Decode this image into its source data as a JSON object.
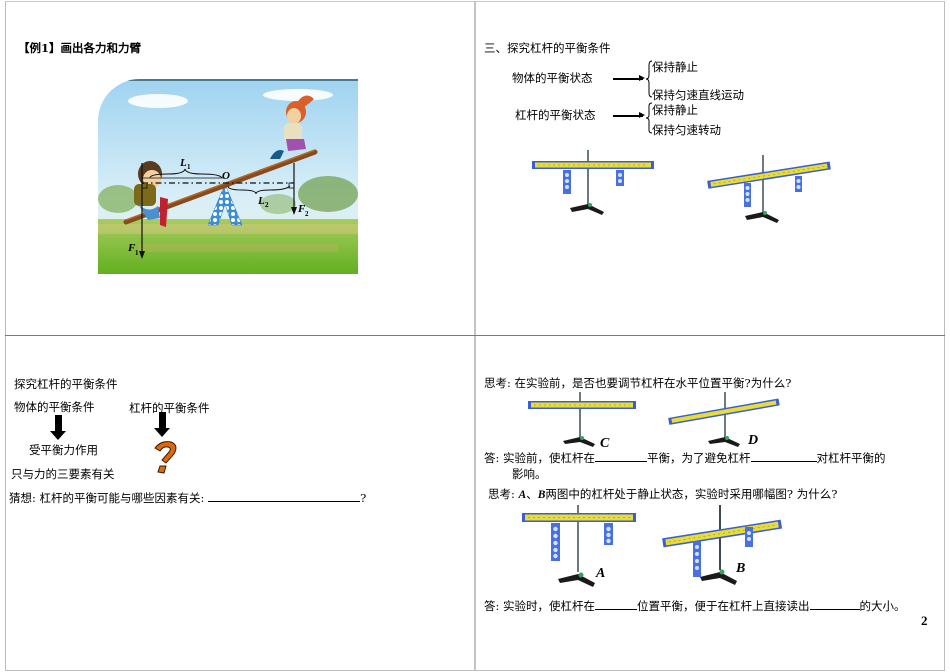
{
  "panels": {
    "top_left": {
      "title": "【例1】画出各力和力臂",
      "figure_labels": {
        "L1": "L",
        "L1_sub": "1",
        "L2": "L",
        "L2_sub": "2",
        "O": "O",
        "F1": "F",
        "F1_sub": "1",
        "F2": "F",
        "F2_sub": "2"
      }
    },
    "top_right": {
      "title": "三、探究杠杆的平衡条件",
      "object_state_label": "物体的平衡状态",
      "object_states": [
        "保持静止",
        "保持匀速直线运动"
      ],
      "lever_state_label": "杠杆的平衡状态",
      "lever_states": [
        "保持静止",
        "保持匀速转动"
      ]
    },
    "bottom_left": {
      "title": "探究杠杆的平衡条件",
      "object_condition": "物体的平衡条件",
      "lever_condition": "杠杆的平衡条件",
      "object_result": "受平衡力作用",
      "three_elements": "只与力的三要素有关",
      "guess_label": "猜想: 杠杆的平衡可能与哪些因素有关:",
      "guess_end": "?"
    },
    "bottom_right": {
      "question1": "思考: 在实验前，是否也要调节杠杆在水平位置平衡?为什么?",
      "fig_C": "C",
      "fig_D": "D",
      "answer1_a": "答: 实验前，使杠杆在",
      "answer1_b": "平衡，为了避免杠杆",
      "answer1_c": "对杠杆平衡的",
      "answer1_d": "影响。",
      "question2_a": "思考:",
      "question2_A": "A",
      "question2_sep": "、",
      "question2_B": "B",
      "question2_b": "两图中的杠杆处于静止状态，实验时采用哪幅图? 为什么?",
      "fig_A": "A",
      "fig_B": "B",
      "answer2_a": "答: 实验时，使杠杆在",
      "answer2_b": "位置平衡，便于在杠杆上直接读出",
      "answer2_c": "的大小。",
      "page_number": "2"
    }
  },
  "colors": {
    "lever_yellow": "#e8dc3a",
    "lever_blue": "#3a5fd0",
    "weight_blue": "#4a6fe0",
    "question_orange": "#d96a10",
    "sky": "#bfe2f5",
    "grass": "#8cc43a"
  }
}
